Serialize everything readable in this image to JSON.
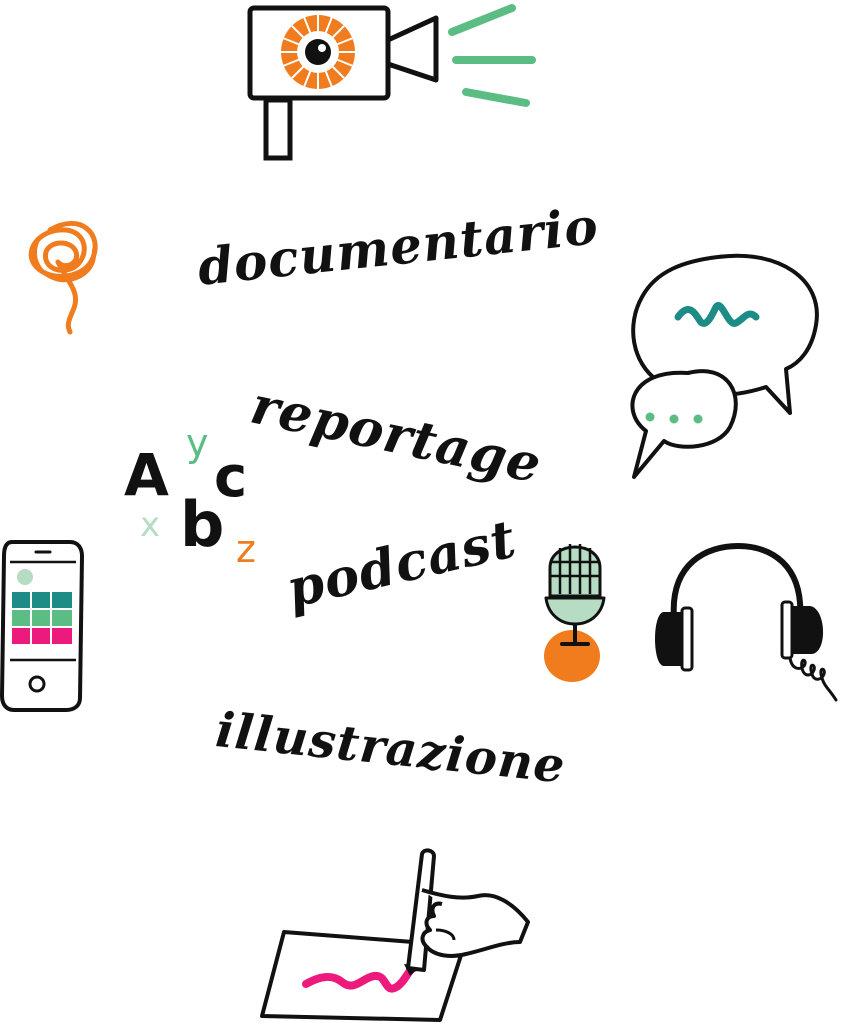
{
  "words": {
    "documentario": "documentario",
    "reportage": "reportage",
    "podcast": "podcast",
    "illustrazione": "illustrazione"
  },
  "letters": {
    "A": "A",
    "y": "y",
    "c": "c",
    "x": "x",
    "b": "b",
    "z": "z"
  },
  "colors": {
    "ink": "#111111",
    "orange": "#f07c1e",
    "green": "#5bbd84",
    "light_green": "#b6dcc3",
    "teal": "#1d8b86",
    "magenta": "#ec1a7c"
  }
}
